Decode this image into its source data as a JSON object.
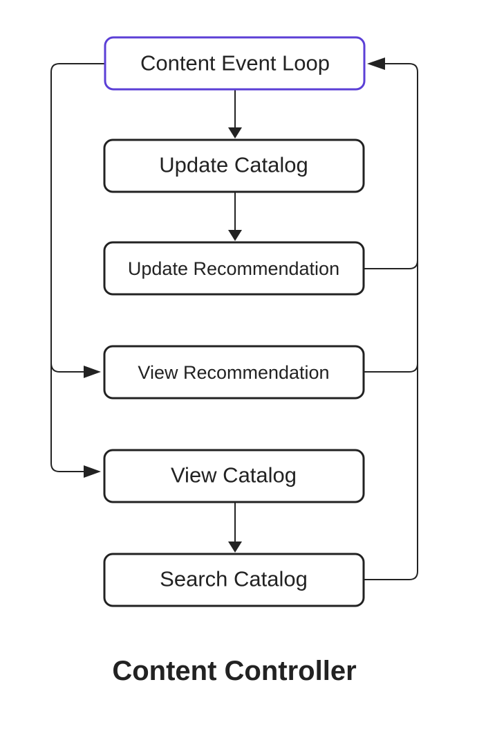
{
  "diagram": {
    "title": "Content Controller",
    "accent_color": "#5b3fd6",
    "nodes": {
      "content_event_loop": "Content Event Loop",
      "update_catalog": "Update Catalog",
      "update_recommendation": "Update Recommendation",
      "view_recommendation": "View Recommendation",
      "view_catalog": "View Catalog",
      "search_catalog": "Search Catalog"
    },
    "edges": [
      {
        "from": "Content Event Loop",
        "to": "Update Catalog"
      },
      {
        "from": "Update Catalog",
        "to": "Update Recommendation"
      },
      {
        "from": "Update Recommendation",
        "to": "Content Event Loop"
      },
      {
        "from": "View Recommendation",
        "to": "Content Event Loop"
      },
      {
        "from": "Search Catalog",
        "to": "Content Event Loop"
      },
      {
        "from": "Content Event Loop",
        "to": "View Recommendation"
      },
      {
        "from": "Content Event Loop",
        "to": "View Catalog"
      },
      {
        "from": "View Catalog",
        "to": "Search Catalog"
      }
    ]
  }
}
